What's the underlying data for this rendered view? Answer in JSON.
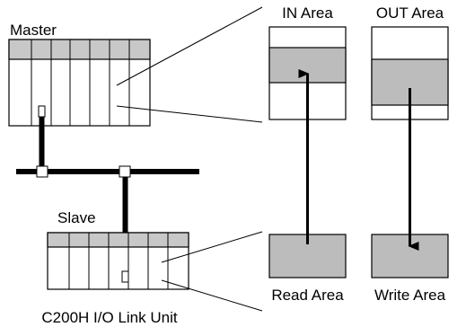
{
  "labels": {
    "master": "Master",
    "slave": "Slave",
    "in_area": "IN Area",
    "out_area": "OUT Area",
    "read_area": "Read Area",
    "write_area": "Write Area",
    "link_unit": "C200H I/O Link Unit"
  },
  "colors": {
    "module_fill": "#c8c8c8",
    "area_fill": "#bcbcbc",
    "line": "#000000",
    "background": "#ffffff"
  },
  "flows": [
    {
      "from": "read_area",
      "to": "in_area",
      "direction": "up"
    },
    {
      "from": "out_area",
      "to": "write_area",
      "direction": "down"
    }
  ]
}
